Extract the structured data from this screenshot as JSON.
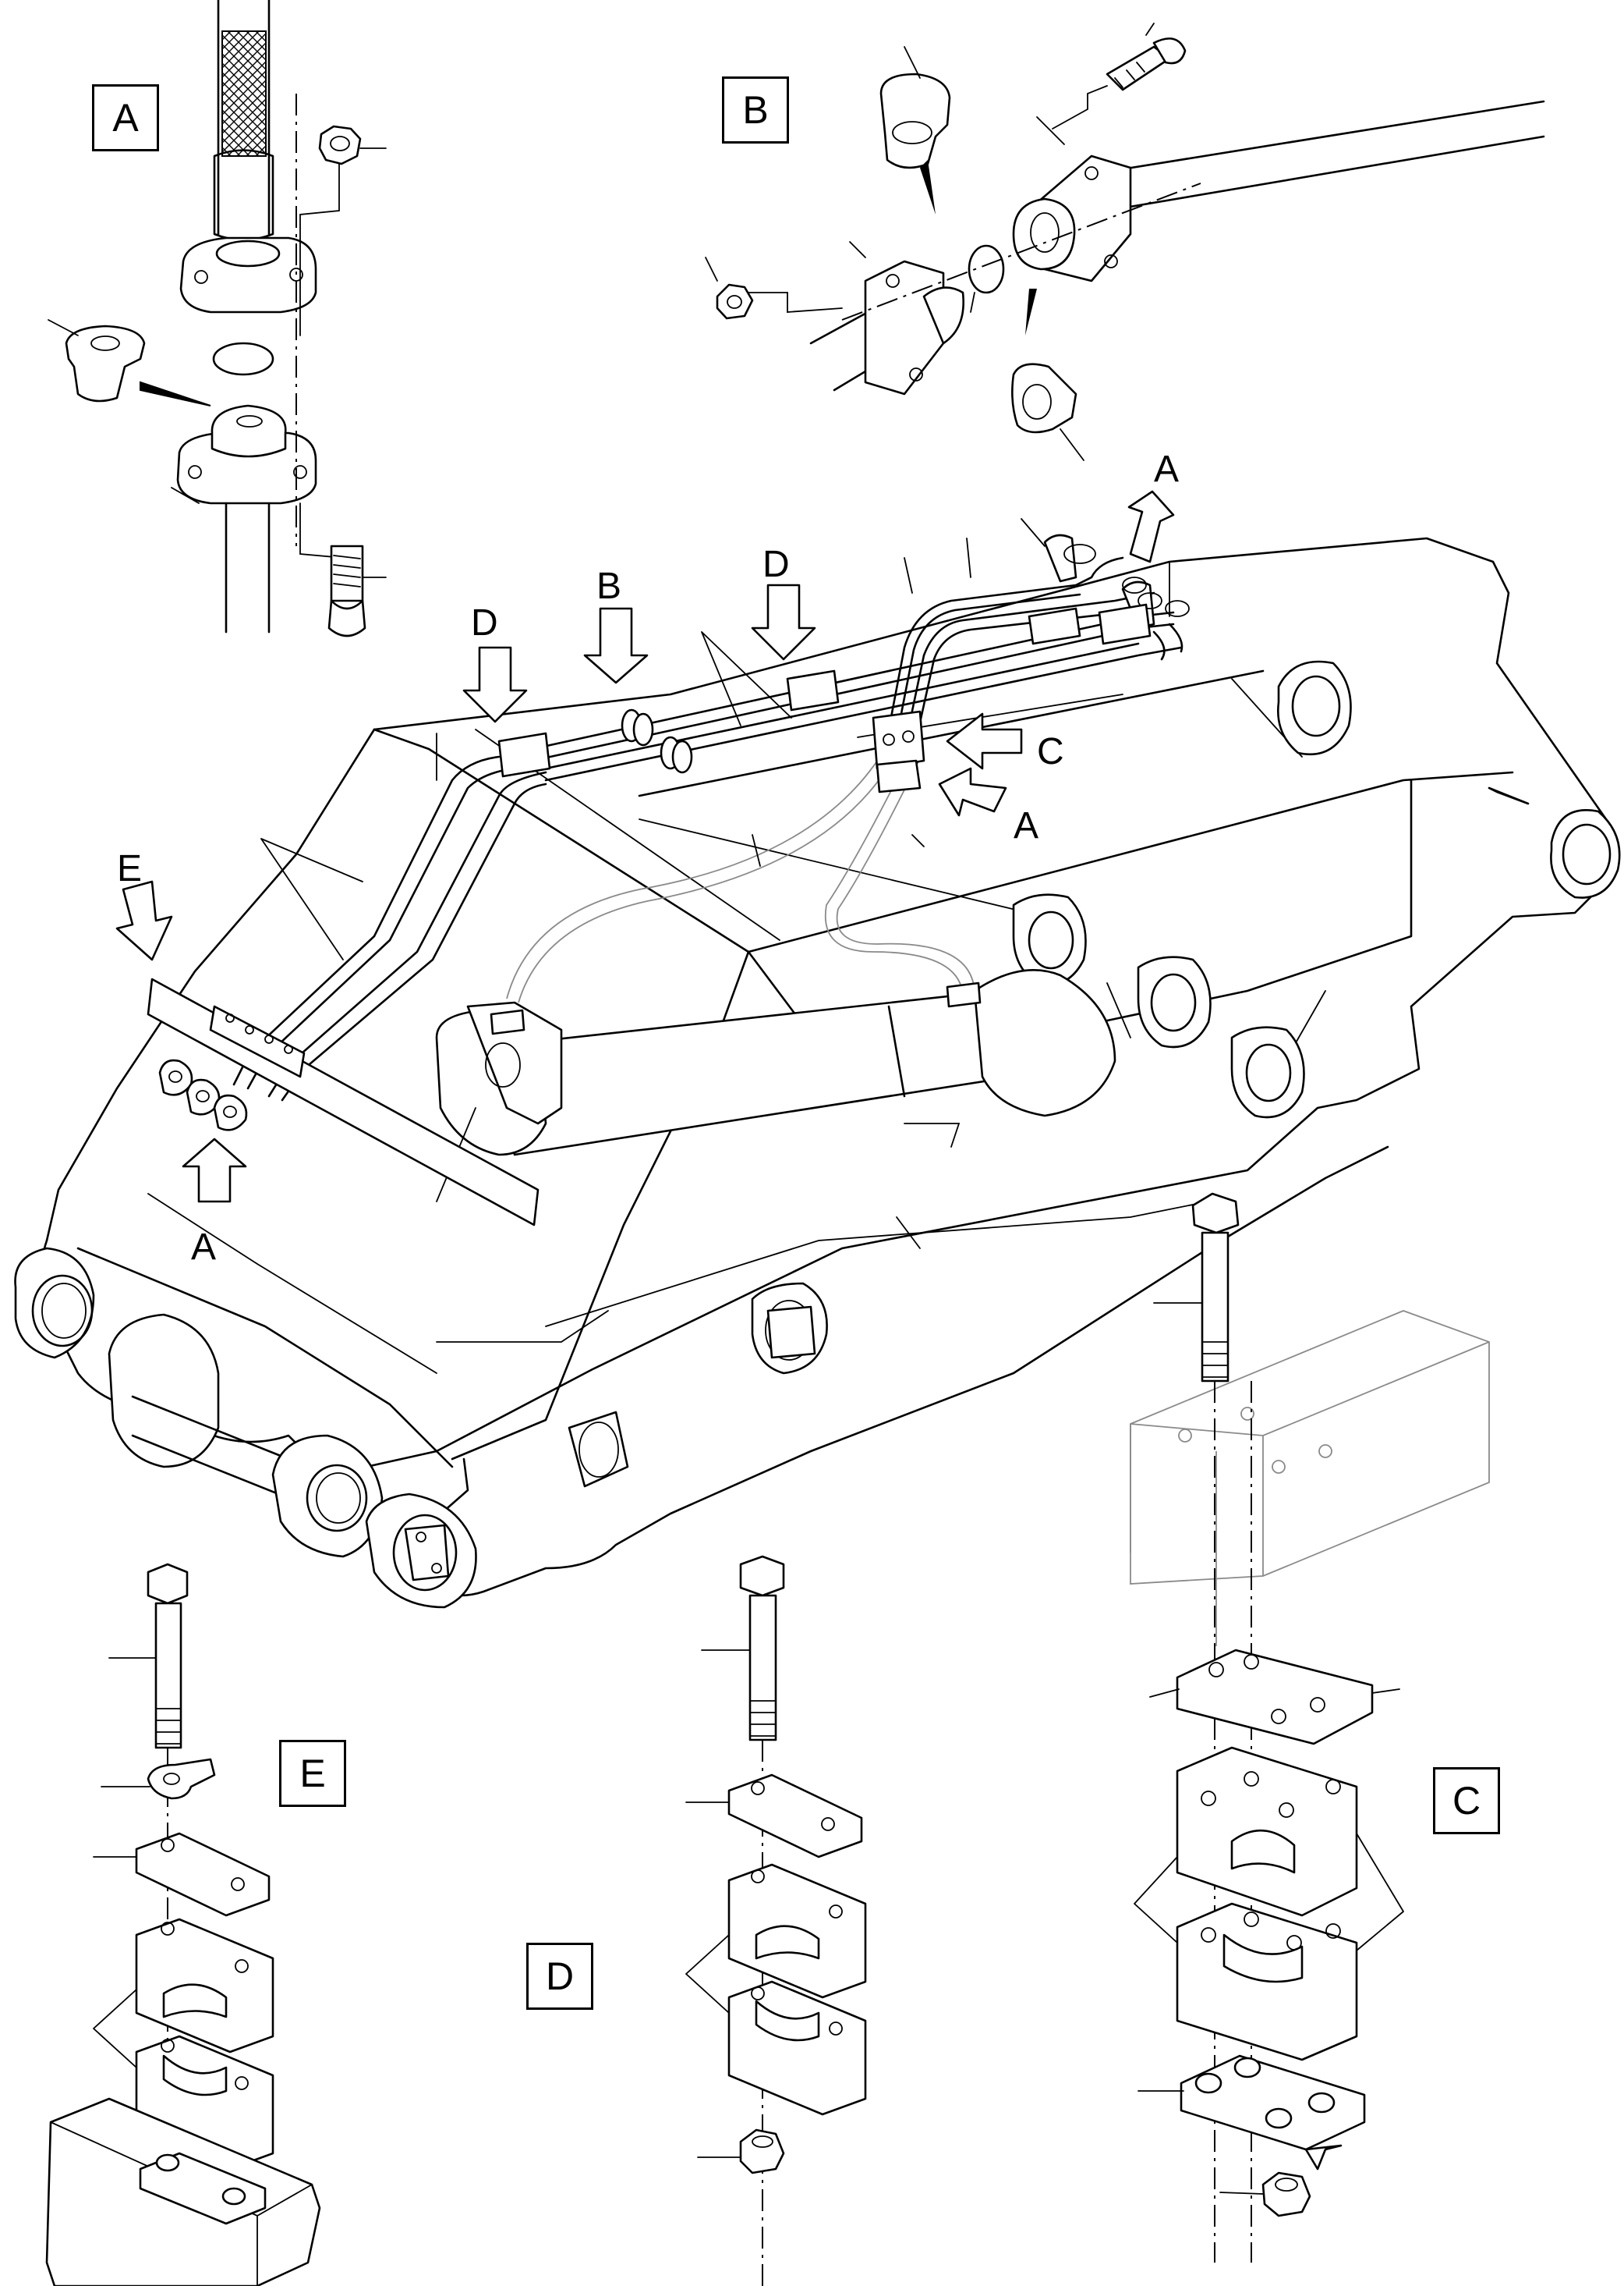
{
  "diagram": {
    "detail_boxes": {
      "A": "A",
      "B": "B",
      "C": "C",
      "D": "D",
      "E": "E"
    },
    "arrow_labels": {
      "a_top_right": "A",
      "b_top": "B",
      "d_left": "D",
      "d_mid": "D",
      "c_right": "C",
      "a_mid": "A",
      "e_left": "E",
      "a_bottom": "A"
    }
  }
}
